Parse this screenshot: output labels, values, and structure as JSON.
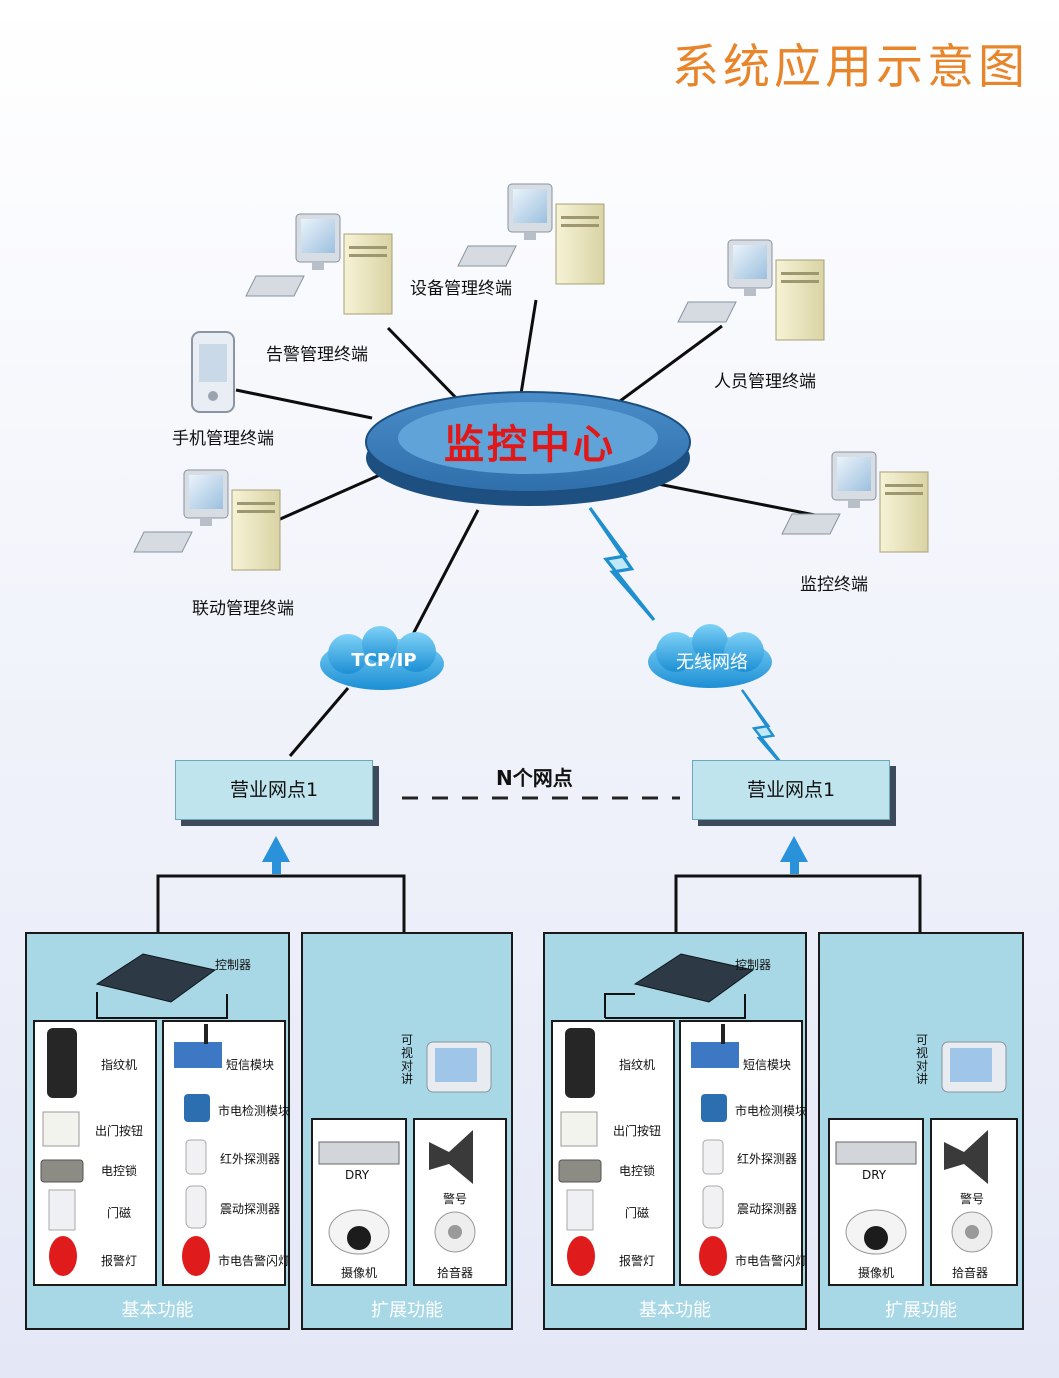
{
  "title": "系统应用示意图",
  "center": "监控中心",
  "terminals": {
    "device": "设备管理终端",
    "alarm": "告警管理终端",
    "personnel": "人员管理终端",
    "mobile": "手机管理终端",
    "linkage": "联动管理终端",
    "monitor": "监控终端"
  },
  "networks": {
    "wired": "TCP/IP",
    "wireless": "无线网络"
  },
  "outlets": {
    "left": "营业网点1",
    "right": "营业网点1",
    "count_label": "N个网点"
  },
  "branch": {
    "controller": "控制器",
    "basic_left": [
      "指纹机",
      "出门按钮",
      "电控锁",
      "门磁",
      "报警灯"
    ],
    "basic_right": [
      "短信模块",
      "市电检测模块",
      "红外探测器",
      "震动探测器",
      "市电告警闪灯"
    ],
    "intercom": "可视对讲",
    "dvr": "DRY",
    "alarm_horn": "警号",
    "camera": "摄像机",
    "pickup": "拾音器",
    "basic_footer": "基本功能",
    "ext_footer": "扩展功能"
  }
}
